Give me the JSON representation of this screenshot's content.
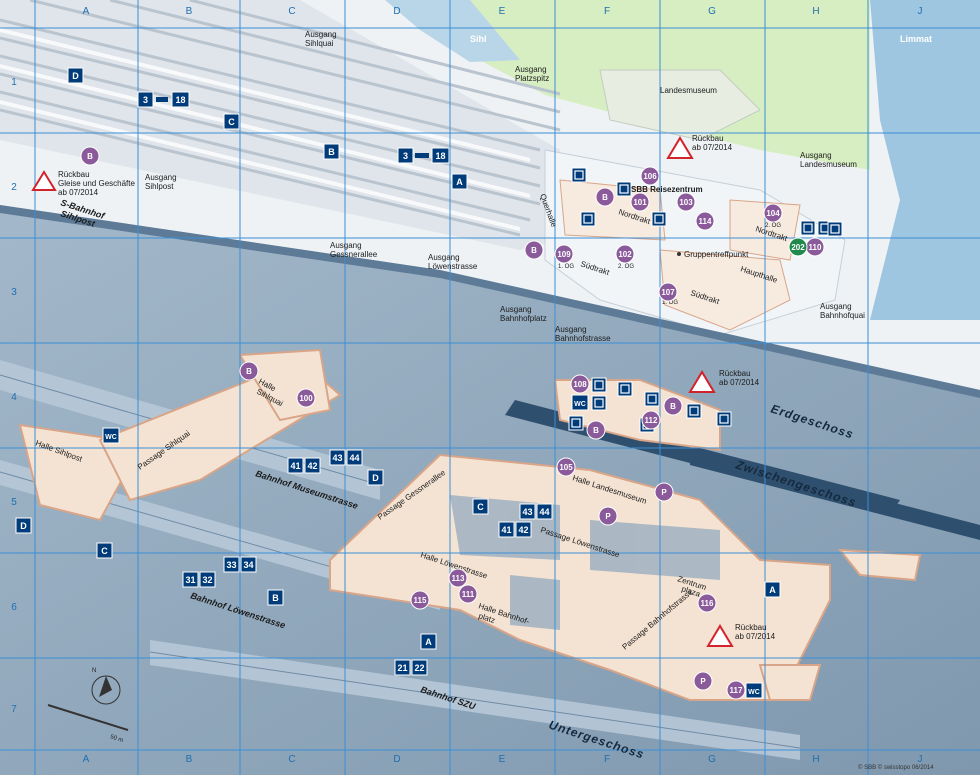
{
  "colors": {
    "grid": "#3b8fd6",
    "park": "#d7eec2",
    "water": "#9fc6e0",
    "street": "#eef2f5",
    "track": "#c7cfd8",
    "underground": "#8da6bd",
    "hall": "#f4e3d3",
    "wall": "#d9a588",
    "badgeBlue": "#003b7a",
    "poiPurple": "#8a5a9a",
    "poiGreen": "#1f8a4c",
    "warnRed": "#d2232a"
  },
  "grid": {
    "columns": [
      "A",
      "B",
      "C",
      "D",
      "E",
      "F",
      "G",
      "H",
      "J"
    ],
    "rows": [
      "1",
      "2",
      "3",
      "4",
      "5",
      "6",
      "7"
    ]
  },
  "rivers": {
    "sihl": "Sihl",
    "limmat": "Limmat"
  },
  "places": {
    "ausgang_sihlquai": [
      "Ausgang",
      "Sihlquai"
    ],
    "ausgang_platzspitz": [
      "Ausgang",
      "Platzspitz"
    ],
    "landesmuseum": "Landesmuseum",
    "ausgang_landesmuseum": [
      "Ausgang",
      "Landesmuseum"
    ],
    "ausgang_sihlpost": [
      "Ausgang",
      "Sihlpost"
    ],
    "ausgang_gessnerallee": [
      "Ausgang",
      "Gessnerallee"
    ],
    "ausgang_loewenstrasse": [
      "Ausgang",
      "Löwenstrasse"
    ],
    "ausgang_bahnhofplatz": [
      "Ausgang",
      "Bahnhofplatz"
    ],
    "ausgang_bahnhofstrasse": [
      "Ausgang",
      "Bahnhofstrasse"
    ],
    "ausgang_bahnhofquai": [
      "Ausgang",
      "Bahnhofquai"
    ],
    "sbb_reisezentrum": "SBB Reisezentrum",
    "gruppentreffpunkt": "Gruppentreffpunkt",
    "querhalle": "Querhalle",
    "nordtrakt": "Nordtrakt",
    "nordtrakt2": "Nordtrakt",
    "suedtrakt": "Südtrakt",
    "suedtrakt2": "Südtrakt",
    "haupthalle": "Haupthalle",
    "s_bahnhof_sihlpost": [
      "S-Bahnhof",
      "Sihlpost"
    ],
    "halle_sihlquai": [
      "Halle",
      "Sihlquai"
    ],
    "halle_sihlpost": "Halle Sihlpost",
    "passage_sihlquai": "Passage Sihlquai",
    "passage_gessnerallee": "Passage Gessnerallee",
    "halle_landesmuseum": "Halle Landesmuseum",
    "passage_loewenstrasse": "Passage Löwenstrasse",
    "halle_loewenstrasse": "Halle Löwenstrasse",
    "halle_bahnhofplatz": [
      "Halle Bahnhof-",
      "platz"
    ],
    "passage_bahnhofstrasse": "Passage Bahnhofstrasse",
    "zentrum_plaza": [
      "Zentrum",
      "plaza"
    ],
    "bahnhof_museumstrasse": "Bahnhof Museumstrasse",
    "bahnhof_loewenstrasse": "Bahnhof Löwenstrasse",
    "bahnhof_szu": "Bahnhof SZU",
    "og2": "2. OG",
    "og1": "1. OG"
  },
  "levels": {
    "erdgeschoss": "Erdgeschoss",
    "zwischengeschoss": "Zwischengeschoss",
    "untergeschoss": "Untergeschoss"
  },
  "warnings": {
    "w1": [
      "Rückbau",
      "Gleise und Geschäfte",
      "ab 07/2014"
    ],
    "w2": [
      "Rückbau",
      "ab 07/2014"
    ],
    "w3": [
      "Rückbau",
      "ab 07/2014"
    ],
    "w4": [
      "Rückbau",
      "ab 07/2014"
    ]
  },
  "sectors": {
    "A": "A",
    "B": "B",
    "C": "C",
    "D": "D"
  },
  "tracks": {
    "t3": "3",
    "t18": "18",
    "t41": "41",
    "t42": "42",
    "t43": "43",
    "t44": "44",
    "t31": "31",
    "t32": "32",
    "t33": "33",
    "t34": "34",
    "t21": "21",
    "t22": "22"
  },
  "poi": {
    "b": "B",
    "p": "P",
    "wc": "WC",
    "n100": "100",
    "n101": "101",
    "n102": "102",
    "n103": "103",
    "n104": "104",
    "n105": "105",
    "n106": "106",
    "n107": "107",
    "n108": "108",
    "n109": "109",
    "n110": "110",
    "n111": "111",
    "n112": "112",
    "n113": "113",
    "n114": "114",
    "n115": "115",
    "n116": "116",
    "n117": "117",
    "n202": "202"
  },
  "compass": {
    "north": "N",
    "scale": "50 m"
  },
  "credit": "© SBB © swisstopo 06/2014"
}
